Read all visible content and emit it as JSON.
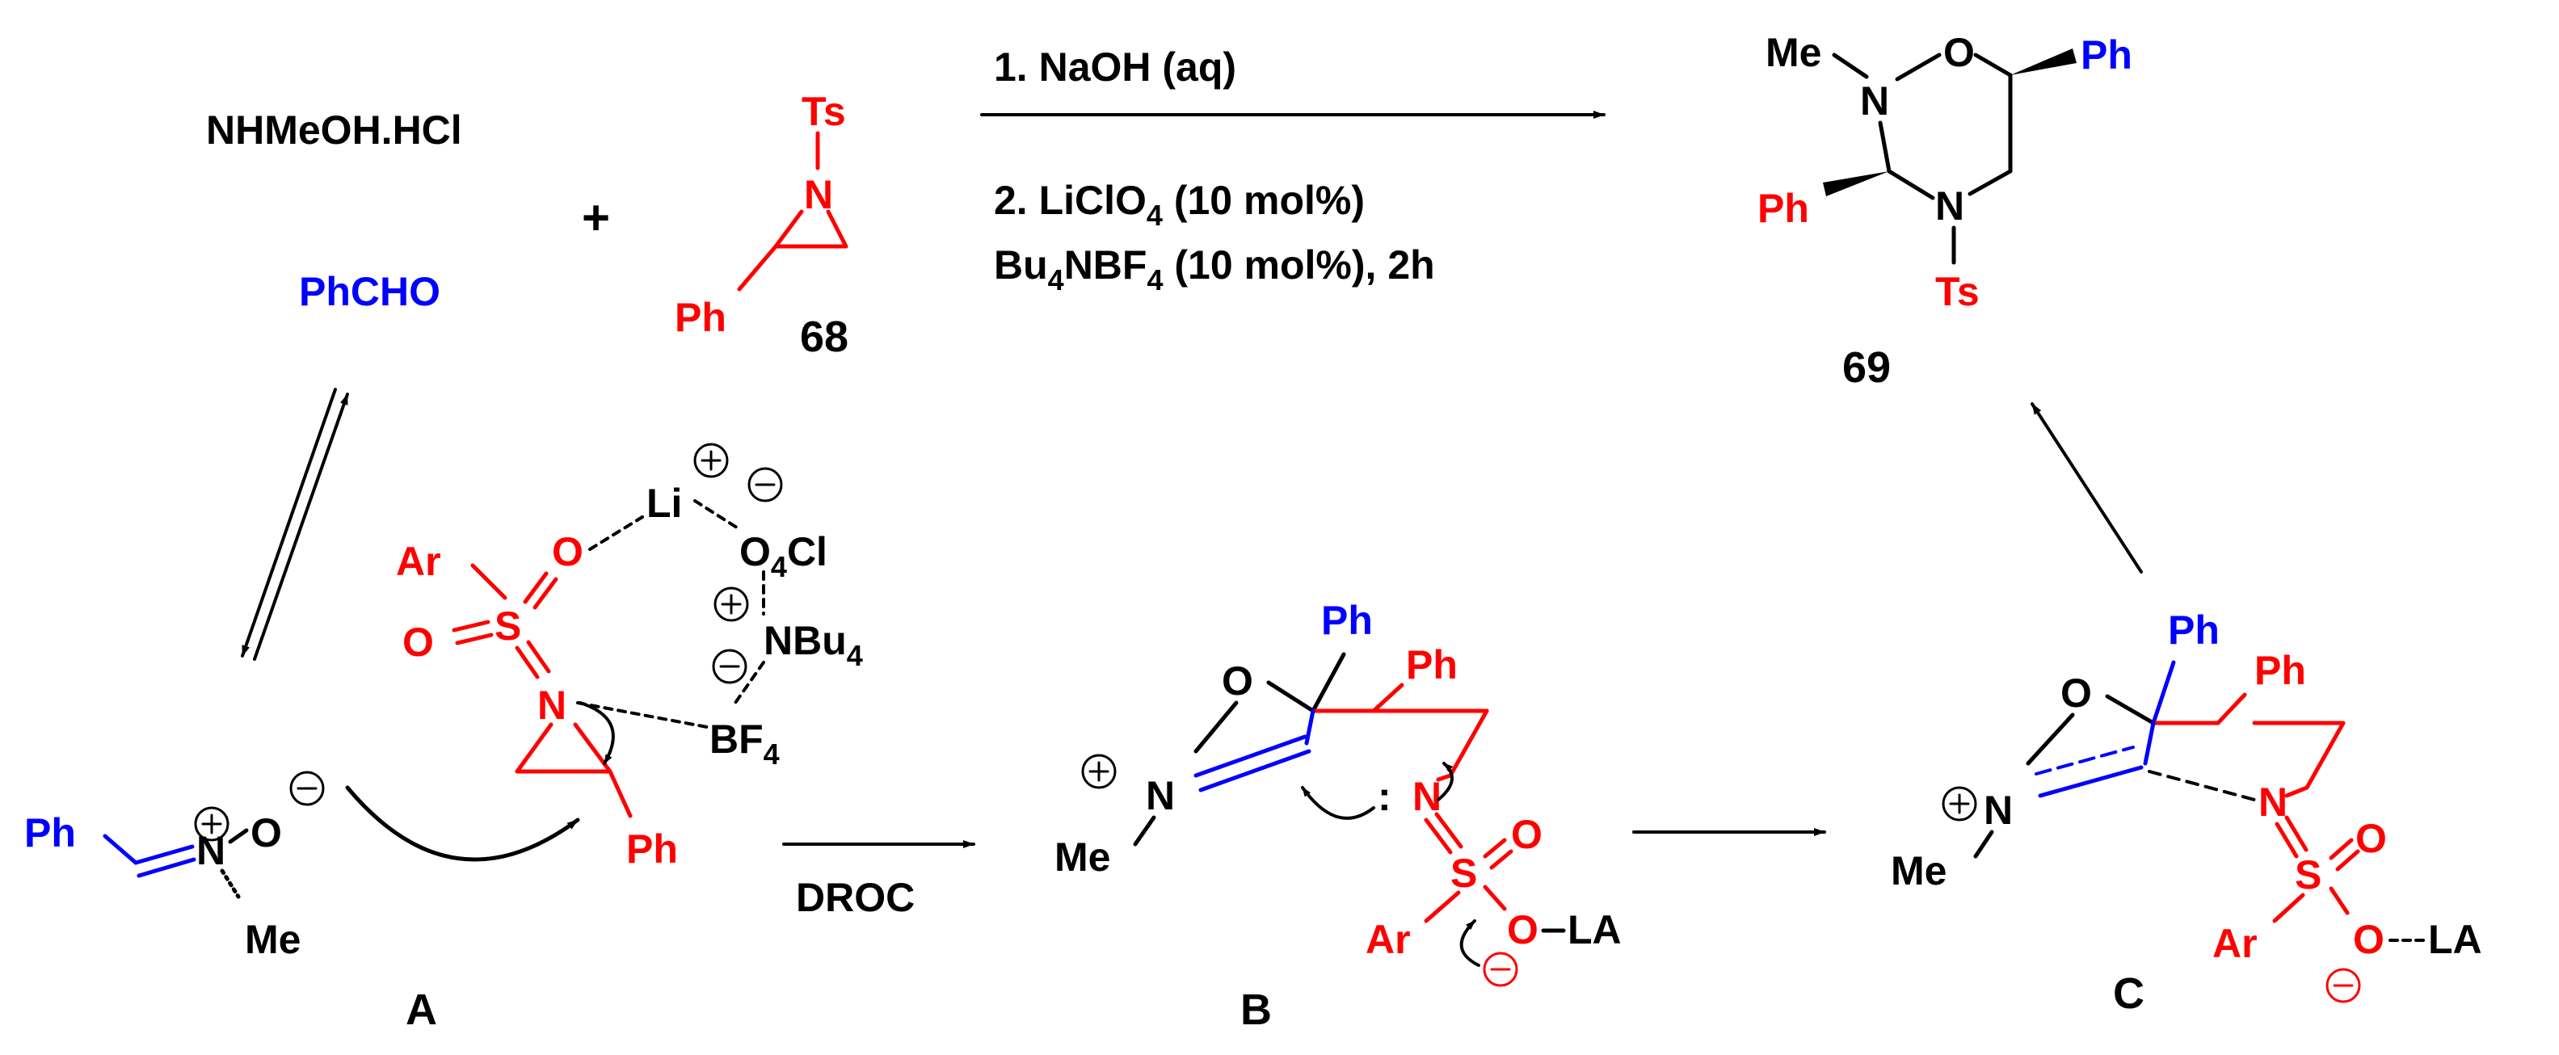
{
  "colors": {
    "black": "#000000",
    "red": "#ff0000",
    "blue": "#0000ff"
  },
  "reagents": {
    "amine": "NHMeOH.HCl",
    "plus": "+",
    "aldehyde": "PhCHO",
    "aziridine_label": "68",
    "step1": "1. NaOH (aq)",
    "step2_pre": "2. LiClO",
    "step2_sub": "4",
    "step2_post": " (10 mol%)",
    "step3_pre": "Bu",
    "step3_sub1": "4",
    "step3_mid": "NBF",
    "step3_sub2": "4",
    "step3_post": " (10 mol%), 2h"
  },
  "product": {
    "label": "69"
  },
  "atoms": {
    "ts": "Ts",
    "n": "N",
    "o": "O",
    "s": "S",
    "ph": "Ph",
    "me": "Me",
    "ar": "Ar",
    "li": "Li",
    "o4cl_o": "O",
    "o4cl_sub": "4",
    "o4cl_cl": "Cl",
    "nbu_pre": "NBu",
    "nbu_sub": "4",
    "bf_pre": "BF",
    "bf_sub": "4",
    "la": "LA",
    "lone_pair": ":"
  },
  "charges": {
    "plus": "+",
    "minus": "−"
  },
  "arrows": {
    "droc_label": "DROC"
  },
  "intermediates": {
    "a_label": "A",
    "b_label": "B",
    "c_label": "C"
  }
}
